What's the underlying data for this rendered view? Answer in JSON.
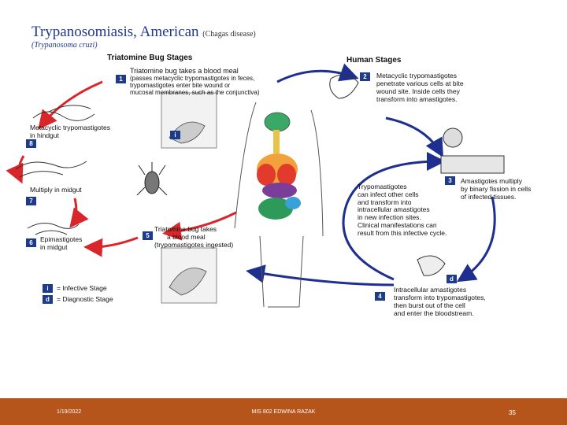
{
  "title": "Trypanosomiasis, American",
  "title_note": "(Chagas disease)",
  "subtitle": "(Trypanosoma cruzi)",
  "sections": {
    "bug": "Triatomine Bug Stages",
    "human": "Human Stages"
  },
  "stages": [
    {
      "num": "1",
      "text": [
        "Triatomine bug takes a blood meal",
        "(passes metacyclic trypomastigotes in feces,",
        "trypomastigotes enter bite wound or",
        "mucosal membranes, such as the conjunctiva)"
      ]
    },
    {
      "num": "2",
      "text": [
        "Metacyclic trypomastigotes",
        "penetrate various cells at bite",
        "wound site. Inside cells they",
        "transform into amastigotes."
      ]
    },
    {
      "num": "3",
      "text": [
        "Amastigotes multiply",
        "by binary fission in cells",
        "of infected tissues."
      ]
    },
    {
      "num": "4",
      "text": [
        "Intracellular amastigotes",
        "transform into trypomastigotes,",
        "then burst out of the cell",
        "and enter the bloodstream."
      ]
    },
    {
      "num": "5",
      "text": [
        "Triatomine bug takes",
        "a blood meal",
        "(trypomastigotes ingested)"
      ]
    },
    {
      "num": "6",
      "text": [
        "Epimastigotes",
        "in midgut"
      ]
    },
    {
      "num": "7",
      "text": [
        "Multiply in midgut"
      ]
    },
    {
      "num": "8",
      "text": [
        "Metacyclic trypomastigotes",
        "in hindgut"
      ]
    }
  ],
  "center_note": [
    "Trypomastigotes",
    "can infect other cells",
    "and transform into",
    "intracellular amastigotes",
    "in new infection sites.",
    "Clinical manifestations can",
    "result from this infective cycle."
  ],
  "markers": {
    "infective": "i",
    "diagnostic": "d"
  },
  "legend": [
    {
      "mark": "i",
      "text": "= Infective Stage"
    },
    {
      "mark": "d",
      "text": "= Diagnostic Stage"
    }
  ],
  "footer": {
    "date": "1/19/2022",
    "center": "MIS 802 EDWINA RAZAK",
    "page": "35"
  },
  "colors": {
    "arrow_red": "#d9262b",
    "arrow_blue": "#1e2f8f",
    "footer": "#b5551c",
    "title": "#1f3a8a"
  }
}
